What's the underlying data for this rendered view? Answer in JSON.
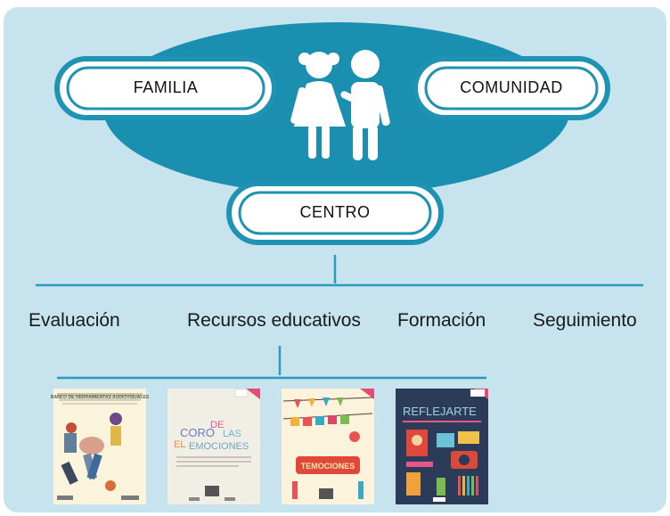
{
  "nodes": {
    "familia": "FAMILIA",
    "comunidad": "COMUNIDAD",
    "centro": "CENTRO"
  },
  "categories": [
    "Evaluación",
    "Recursos educativos",
    "Formación",
    "Seguimiento"
  ],
  "covers": {
    "cover1_title": "BANCO DE HERRAMIENTAS AUDIOVISUALES",
    "cover2_words": [
      "DE",
      "CORO",
      "LAS",
      "EL",
      "EMOCIONES"
    ],
    "cover3_title": "TEMOCIONES",
    "cover4_title": "REFLEJARTE"
  },
  "colors": {
    "panel": "#c6e3ee",
    "ellipse": "#1b8fb0",
    "pill_border": "#1e93b3",
    "lines": "#2a9cbf"
  }
}
